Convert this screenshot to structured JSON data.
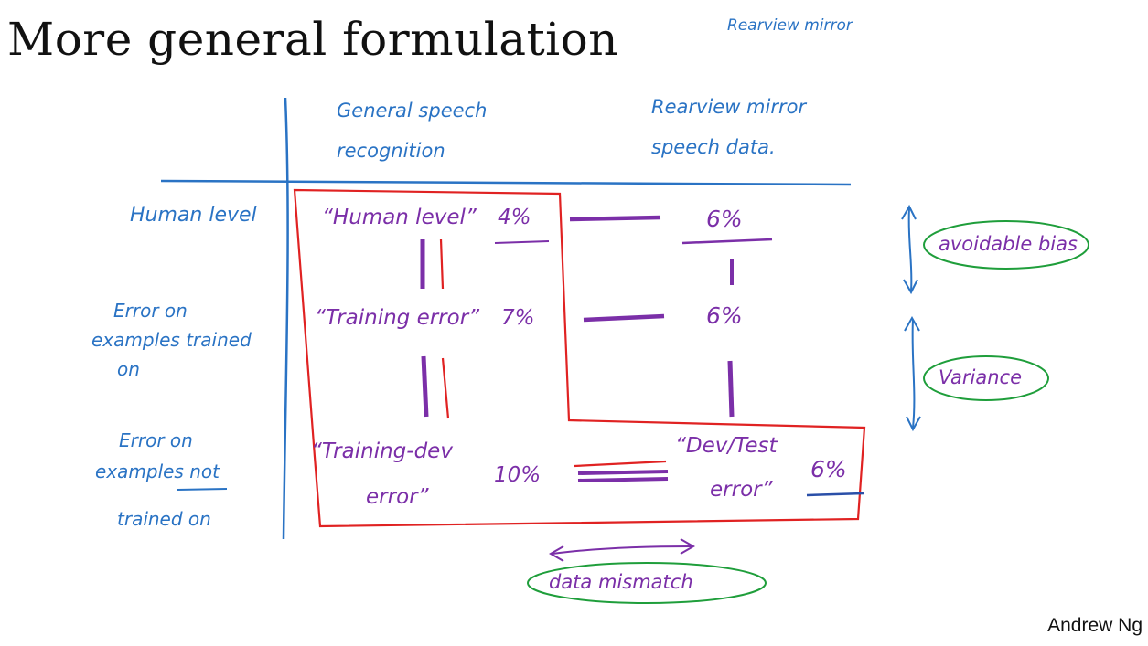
{
  "slide": {
    "title": "More general formulation",
    "author": "Andrew Ng",
    "corner_note": "Rearview mirror"
  },
  "columns": {
    "general": [
      "General speech",
      "recognition"
    ],
    "rearview": [
      "Rearview mirror",
      "speech data."
    ]
  },
  "row_labels": {
    "human": "Human level",
    "trained": [
      "Error on",
      "examples trained",
      "on"
    ],
    "not_trained": [
      "Error on",
      "examples not",
      "trained on"
    ]
  },
  "cells": {
    "human_label": "“Human level”",
    "human_general": "4%",
    "human_rearview": "6%",
    "training_label": "“Training error”",
    "training_general": "7%",
    "training_rearview": "6%",
    "traindev_label": [
      "“Training-dev",
      "error”"
    ],
    "traindev_general": "10%",
    "devtest_label": [
      "“Dev/Test",
      "error”"
    ],
    "devtest_rearview": "6%"
  },
  "annotations": {
    "avoidable_bias": "avoidable bias",
    "variance": "Variance",
    "data_mismatch": "data mismatch"
  },
  "colors": {
    "ink_blue": "#2a73c4",
    "ink_purple": "#7b2fa8",
    "ink_red": "#e02222",
    "ink_green": "#1f9e3b",
    "underline_blue": "#2a4fa8"
  }
}
